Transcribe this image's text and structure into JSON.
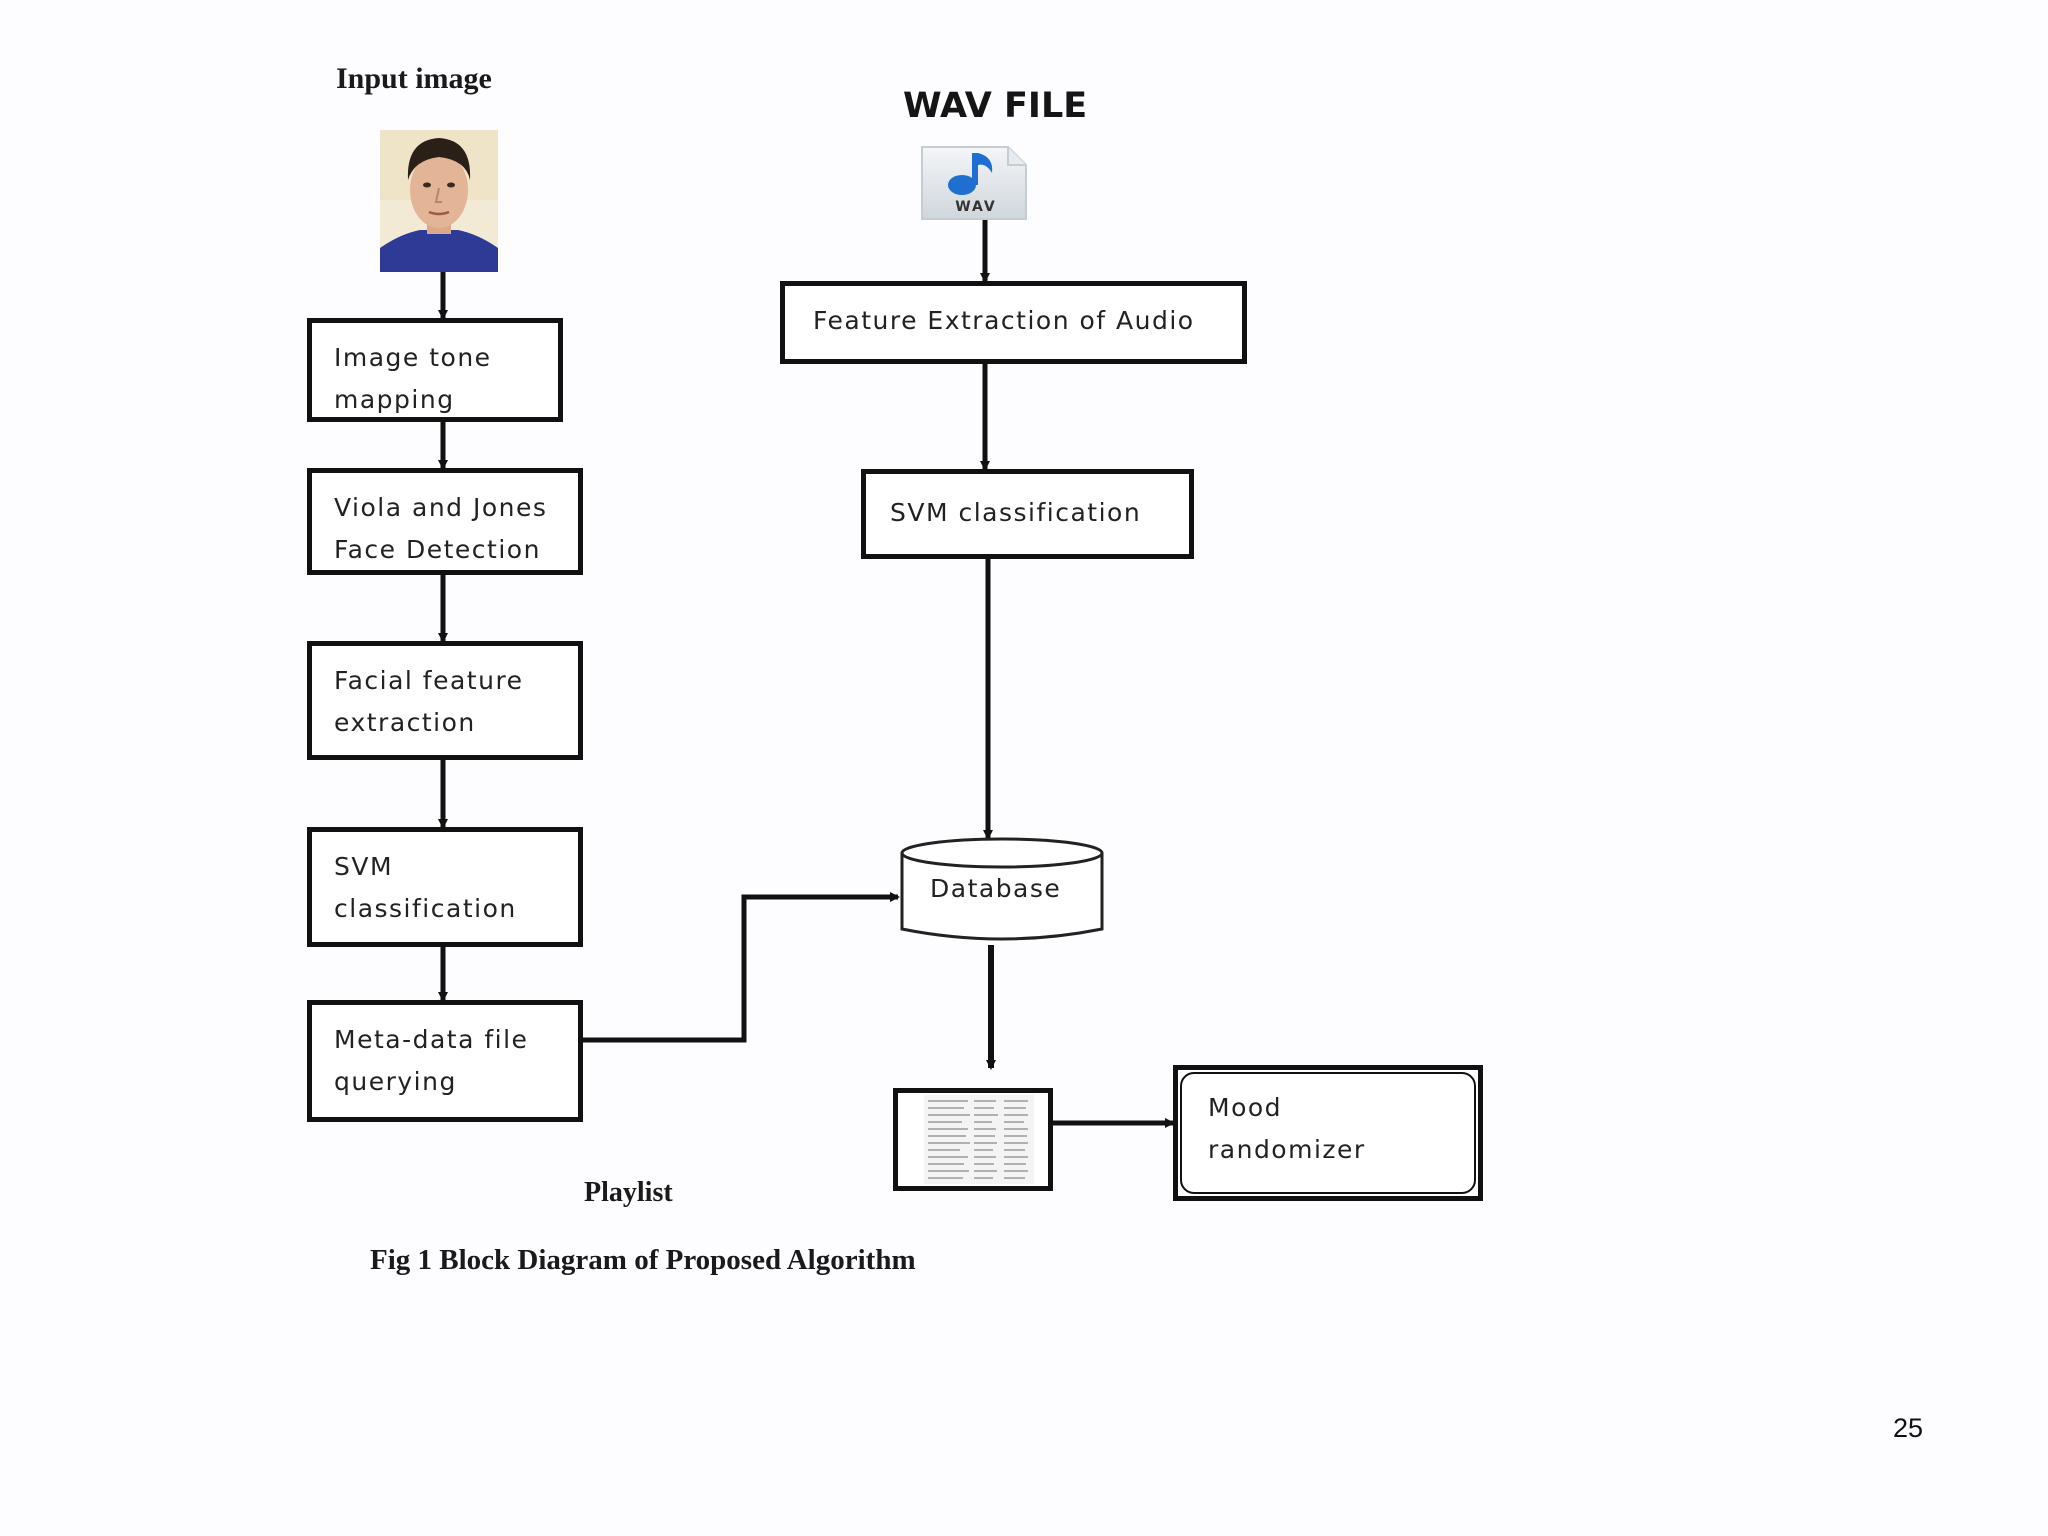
{
  "left_column": {
    "input_label": "Input image",
    "steps": [
      {
        "id": "tone",
        "label": "Image tone\nmapping"
      },
      {
        "id": "viola",
        "label": "Viola and Jones\nFace Detection"
      },
      {
        "id": "facial",
        "label": "Facial feature\nextraction"
      },
      {
        "id": "svm",
        "label": "SVM\nclassification"
      },
      {
        "id": "meta",
        "label": "Meta-data file\nquerying"
      }
    ]
  },
  "right_column": {
    "wav_title": "WAV FILE",
    "wav_icon_text": "WAV",
    "feature_label": "Feature Extraction of Audio",
    "svm_label": "SVM classification"
  },
  "database_label": "Database",
  "playlist_label": "Playlist",
  "mood_label": "Mood\nrandomizer",
  "caption": "Fig 1 Block Diagram of Proposed Algorithm",
  "page_number": "25"
}
